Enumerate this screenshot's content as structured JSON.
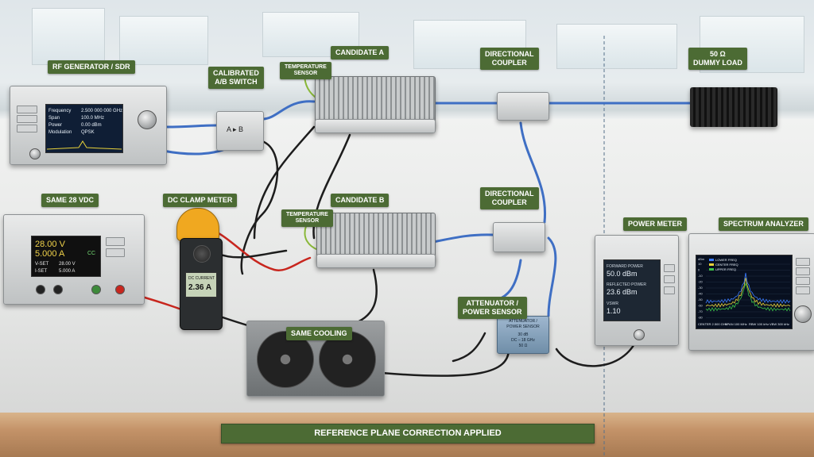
{
  "labels": {
    "rf_generator": "RF GENERATOR / SDR",
    "ab_switch": "CALIBRATED\nA/B SWITCH",
    "temp_sensor_a": "TEMPERATURE\nSENSOR",
    "candidate_a": "CANDIDATE A",
    "dir_coupler_a": "DIRECTIONAL\nCOUPLER",
    "dummy_load": "50 Ω\nDUMMY LOAD",
    "power_supply": "SAME 28 VDC",
    "clamp_meter": "DC CLAMP METER",
    "temp_sensor_b": "TEMPERATURE\nSENSOR",
    "candidate_b": "CANDIDATE B",
    "dir_coupler_b": "DIRECTIONAL\nCOUPLER",
    "power_meter": "POWER METER",
    "spectrum_analyzer": "SPECTRUM ANALYZER",
    "attenuator": "ATTENUATOR /\nPOWER SENSOR",
    "cooling": "SAME COOLING",
    "banner": "REFERENCE PLANE CORRECTION APPLIED"
  },
  "psu": {
    "voltage": "28.00 V",
    "current": "5.000 A",
    "mode": "CC",
    "vset_label": "V-SET",
    "vset_value": "28.00 V",
    "iset_label": "I-SET",
    "iset_value": "5.000 A"
  },
  "clamp": {
    "mode": "DC CURRENT",
    "value": "2.36 A"
  },
  "rf_gen_screen": {
    "rows": [
      {
        "k": "Frequency",
        "v": "2.500 000 000 GHz"
      },
      {
        "k": "Span",
        "v": "100.0 MHz"
      },
      {
        "k": "Power",
        "v": "0.00 dBm"
      },
      {
        "k": "Modulation",
        "v": "QPSK"
      }
    ]
  },
  "power_meter": {
    "fwd_label": "FORWARD POWER",
    "fwd_value": "50.0 dBm",
    "ref_label": "REFLECTED POWER",
    "ref_value": "23.6 dBm",
    "vswr_label": "VSWR",
    "vswr_value": "1.10"
  },
  "attenuator_tag": {
    "line1": "ATTENUATOR /",
    "line2": "POWER SENSOR",
    "line3": "30 dB",
    "line4": "DC – 18 GHz",
    "line5": "50 Ω"
  },
  "spectrum": {
    "legend": [
      "LOWER FREQ",
      "CENTER FREQ",
      "UPPER FREQ"
    ],
    "legend_colors": [
      "#3b7bff",
      "#e8d23a",
      "#3cc24a"
    ],
    "footer_left": "CENTER 2.500 GHz",
    "footer_mid": "SPAN 100 MHz",
    "footer_rbw": "RBW 100 kHz",
    "footer_vbw": "VBW 300 kHz",
    "yticks": [
      "10",
      "0",
      "-10",
      "-20",
      "-30",
      "-40",
      "-50",
      "-60",
      "-70",
      "-80"
    ],
    "yunit": "dBm"
  },
  "colors": {
    "label_bg": "#4c6b34",
    "rf_cable": "#3f6fc4",
    "dc_red": "#c8261e",
    "dc_black": "#1d1d1d"
  }
}
